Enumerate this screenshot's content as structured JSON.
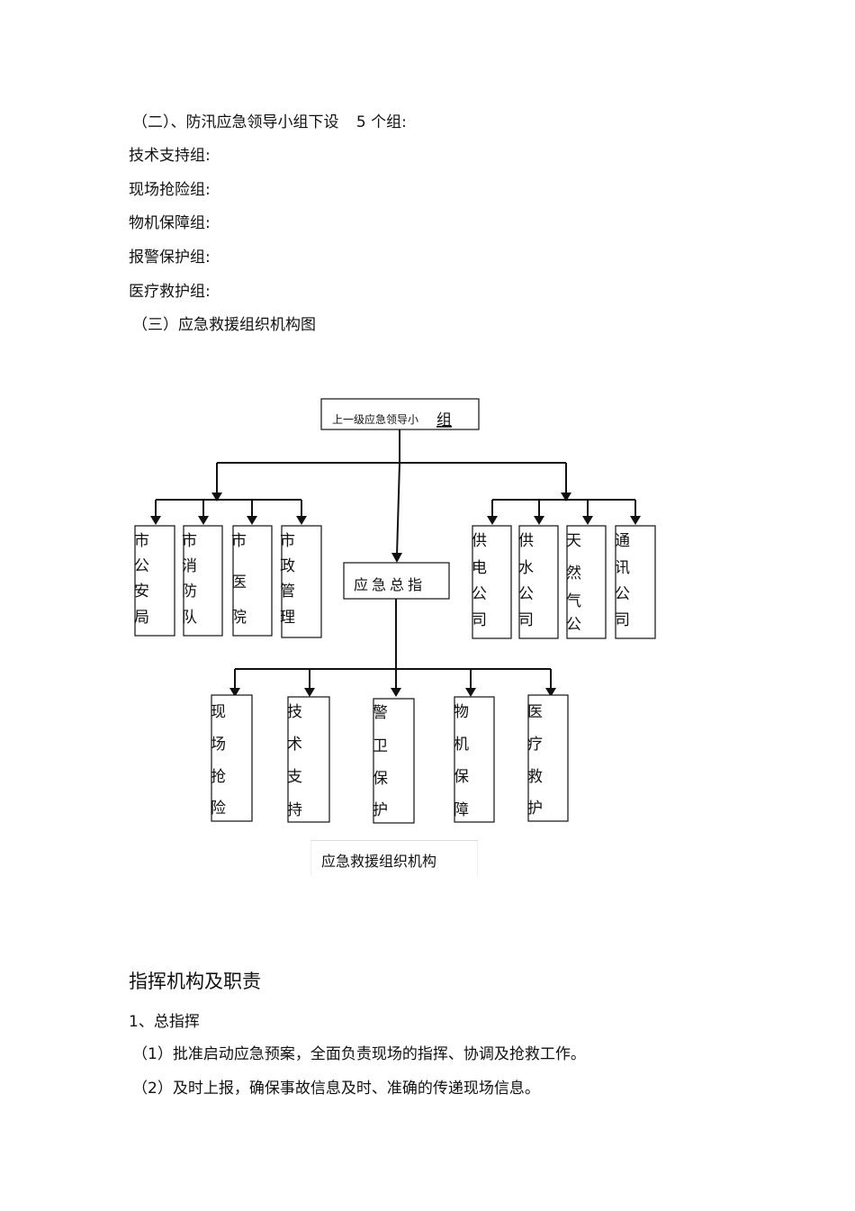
{
  "intro": {
    "line1_prefix": "（二）、防汛应急领导小组下设",
    "line1_num": "5 个组:",
    "groups": [
      "技术支持组:",
      "现场抢险组:",
      "物机保障组:",
      "报警保护组:",
      "医疗救护组:"
    ],
    "section3": "（三）应急救援组织机构图"
  },
  "chart": {
    "top_box_a": "上一级应急领导小",
    "top_box_b": "组",
    "command_box": "应急总指",
    "left_boxes": [
      [
        "市",
        "公",
        "安",
        "局"
      ],
      [
        "市",
        "消",
        "防",
        "队"
      ],
      [
        "市",
        "",
        "医",
        "院"
      ],
      [
        "市",
        "政",
        "管",
        "理"
      ]
    ],
    "right_boxes": [
      [
        "供",
        "电",
        "公",
        "司"
      ],
      [
        "供",
        "水",
        "公",
        "司"
      ],
      [
        "天",
        "然",
        "气",
        "公"
      ],
      [
        "通",
        "讯",
        "公",
        "司"
      ]
    ],
    "bottom_boxes": [
      [
        "现",
        "场",
        "抢",
        "险"
      ],
      [
        "技",
        "术",
        "支",
        "持"
      ],
      [
        "警",
        "卫",
        "保",
        "护"
      ],
      [
        "物",
        "机",
        "保",
        "障"
      ],
      [
        "医",
        "疗",
        "救",
        "护"
      ]
    ],
    "caption": "应急救援组织机构"
  },
  "section": {
    "title": "指挥机构及职责",
    "item1": "1、总指挥",
    "p1": "（1）批准启动应急预案，全面负责现场的指挥、协调及抢救工作。",
    "p2": "（2）及时上报，确保事故信息及时、准确的传递现场信息。"
  }
}
